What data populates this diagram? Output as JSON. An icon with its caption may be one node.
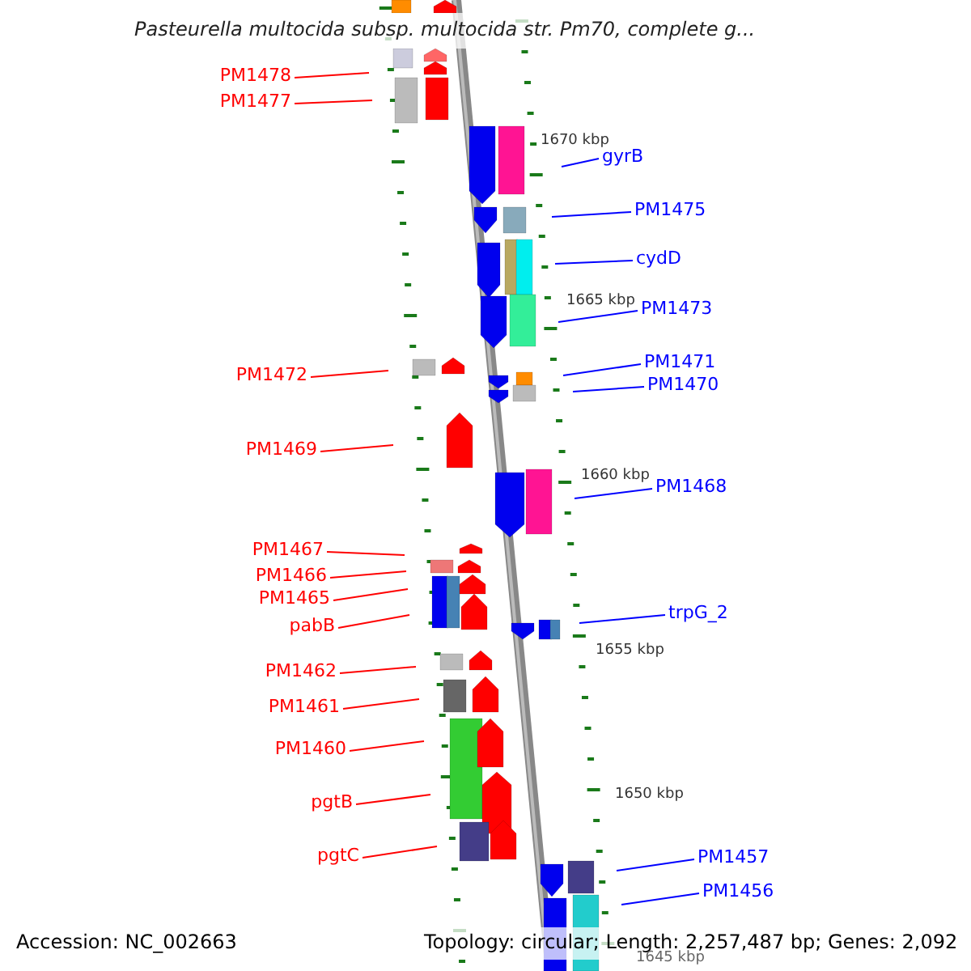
{
  "diagram": {
    "title": "Pasteurella multocida subsp. multocida str. Pm70, complete g...",
    "nodes": [
      {
        "text": [
          "PM1478"
        ]
      },
      {
        "text": [
          "PM1477"
        ]
      },
      {
        "text": [
          "gyrB"
        ]
      },
      {
        "text": [
          "PM1475"
        ]
      },
      {
        "text": [
          "cydD"
        ]
      },
      {
        "text": [
          "PM1473"
        ]
      },
      {
        "text": [
          "PM1471"
        ]
      },
      {
        "text": [
          "PM1472"
        ]
      },
      {
        "text": [
          "PM1470"
        ]
      },
      {
        "text": [
          "PM1469"
        ]
      },
      {
        "text": [
          "PM1468"
        ]
      },
      {
        "text": [
          "PM1467"
        ]
      },
      {
        "text": [
          "PM1466"
        ]
      },
      {
        "text": [
          "PM1465"
        ]
      },
      {
        "text": [
          "trpG_2"
        ]
      },
      {
        "text": [
          "pabB"
        ]
      },
      {
        "text": [
          "PM1462"
        ]
      },
      {
        "text": [
          "PM1461"
        ]
      },
      {
        "text": [
          "PM1460"
        ]
      },
      {
        "text": [
          "pgtB"
        ]
      },
      {
        "text": [
          "PM1457"
        ]
      },
      {
        "text": [
          "pgtC"
        ]
      },
      {
        "text": [
          "PM1456"
        ]
      }
    ],
    "edges": [
      {
        "from": 0,
        "to": null,
        "arrow": "none"
      },
      {
        "from": 1,
        "to": null,
        "arrow": "none"
      },
      {
        "from": 2,
        "to": null,
        "arrow": "none",
        "color": "#0000ff"
      },
      {
        "from": 3,
        "to": null,
        "arrow": "none",
        "color": "#0000ff"
      },
      {
        "from": 4,
        "to": null,
        "arrow": "none",
        "color": "#0000ff"
      },
      {
        "from": 5,
        "to": null,
        "arrow": "none",
        "color": "#0000ff"
      },
      {
        "from": 6,
        "to": null,
        "arrow": "none",
        "color": "#0000ff"
      },
      {
        "from": 7,
        "to": null,
        "arrow": "none"
      },
      {
        "from": 8,
        "to": null,
        "arrow": "none",
        "color": "#0000ff"
      },
      {
        "from": 9,
        "to": null,
        "arrow": "none"
      },
      {
        "from": 10,
        "to": null,
        "arrow": "none",
        "color": "#0000ff"
      },
      {
        "from": 11,
        "to": null,
        "arrow": "none"
      },
      {
        "from": 12,
        "to": null,
        "arrow": "none"
      },
      {
        "from": 13,
        "to": null,
        "arrow": "none"
      },
      {
        "from": 14,
        "to": null,
        "arrow": "none",
        "color": "#0000ff"
      },
      {
        "from": 15,
        "to": null,
        "arrow": "none"
      },
      {
        "from": 16,
        "to": null,
        "arrow": "none"
      },
      {
        "from": 17,
        "to": null,
        "arrow": "none"
      },
      {
        "from": 18,
        "to": null,
        "arrow": "none"
      },
      {
        "from": 19,
        "to": null,
        "arrow": "none"
      },
      {
        "from": 20,
        "to": null,
        "arrow": "none",
        "color": "#0000ff"
      },
      {
        "from": 21,
        "to": null,
        "arrow": "none"
      },
      {
        "from": 22,
        "to": null,
        "arrow": "none",
        "color": "#0000ff"
      }
    ],
    "labels": [
      "1670 kbp",
      "1665 kbp",
      "1660 kbp",
      "1655 kbp",
      "1650 kbp",
      "1645 kbp",
      "Accession: NC_002663",
      "Topology: circular; Length: 2,257,487 bp; Genes: 2,092"
    ]
  }
}
